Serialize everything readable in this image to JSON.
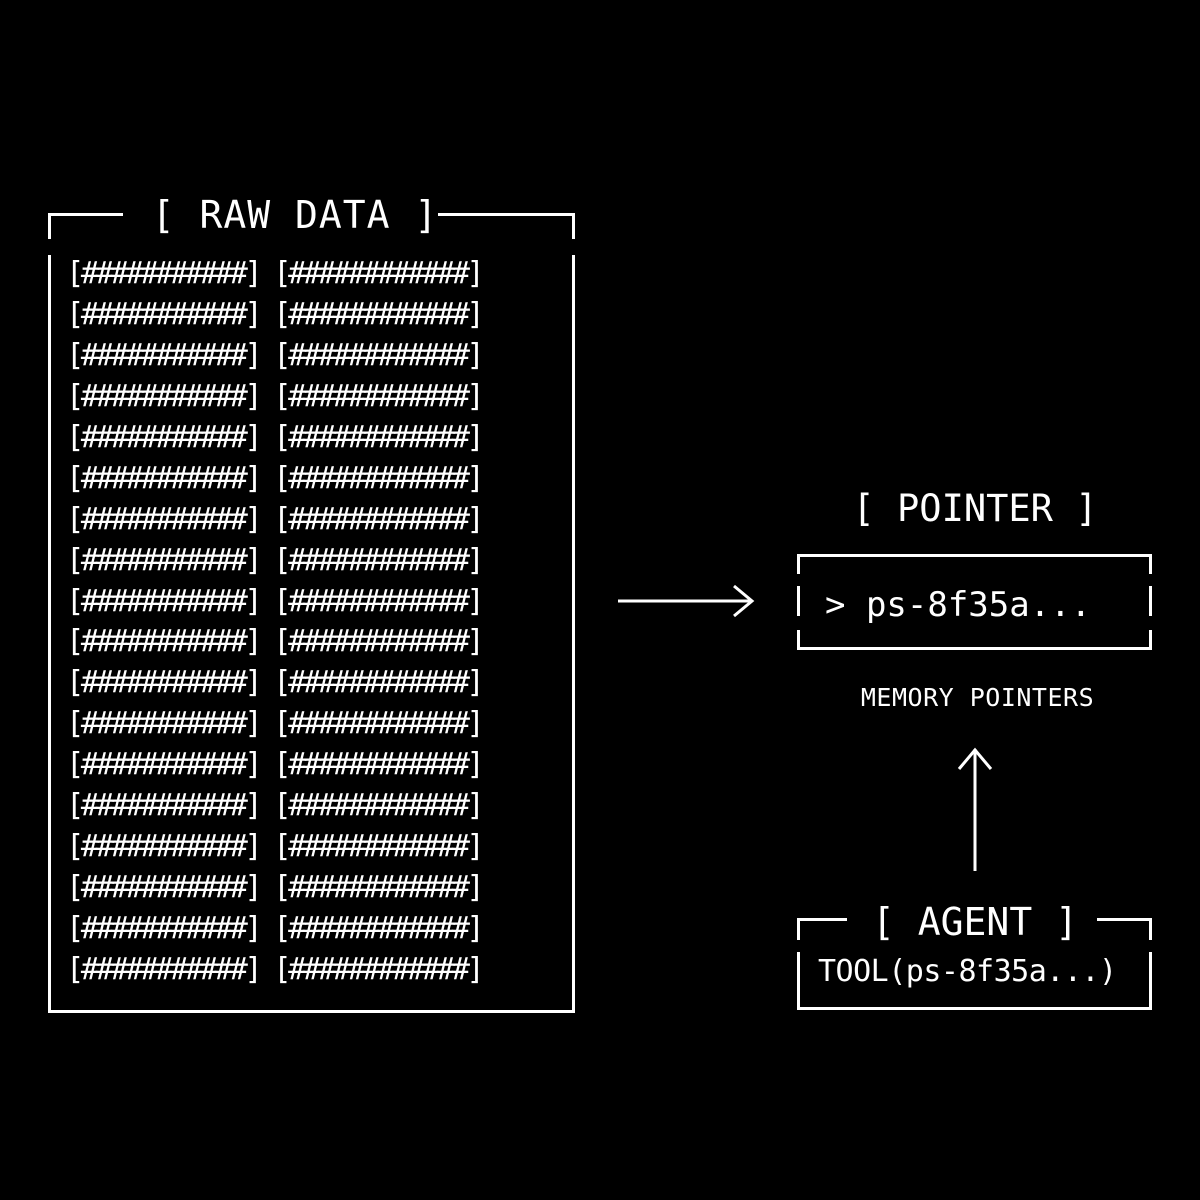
{
  "raw_data": {
    "title": "[ RAW DATA ]",
    "rows": [
      [
        "[###########]",
        "[############]"
      ],
      [
        "[###########]",
        "[############]"
      ],
      [
        "[###########]",
        "[############]"
      ],
      [
        "[###########]",
        "[############]"
      ],
      [
        "[###########]",
        "[############]"
      ],
      [
        "[###########]",
        "[############]"
      ],
      [
        "[###########]",
        "[############]"
      ],
      [
        "[###########]",
        "[############]"
      ],
      [
        "[###########]",
        "[############]"
      ],
      [
        "[###########]",
        "[############]"
      ],
      [
        "[###########]",
        "[############]"
      ],
      [
        "[###########]",
        "[############]"
      ],
      [
        "[###########]",
        "[############]"
      ],
      [
        "[###########]",
        "[############]"
      ],
      [
        "[###########]",
        "[############]"
      ],
      [
        "[###########]",
        "[############]"
      ],
      [
        "[###########]",
        "[############]"
      ],
      [
        "[###########]",
        "[############]"
      ]
    ]
  },
  "pointer": {
    "title": "[ POINTER ]",
    "value": "> ps-8f35a...",
    "caption": "MEMORY POINTERS"
  },
  "agent": {
    "title": "[ AGENT ]",
    "call": "TOOL(ps-8f35a...)"
  },
  "arrows": {
    "raw_to_pointer": "arrow-right-icon",
    "agent_to_pointer": "arrow-up-icon"
  },
  "colors": {
    "background": "#000000",
    "foreground": "#ffffff"
  }
}
